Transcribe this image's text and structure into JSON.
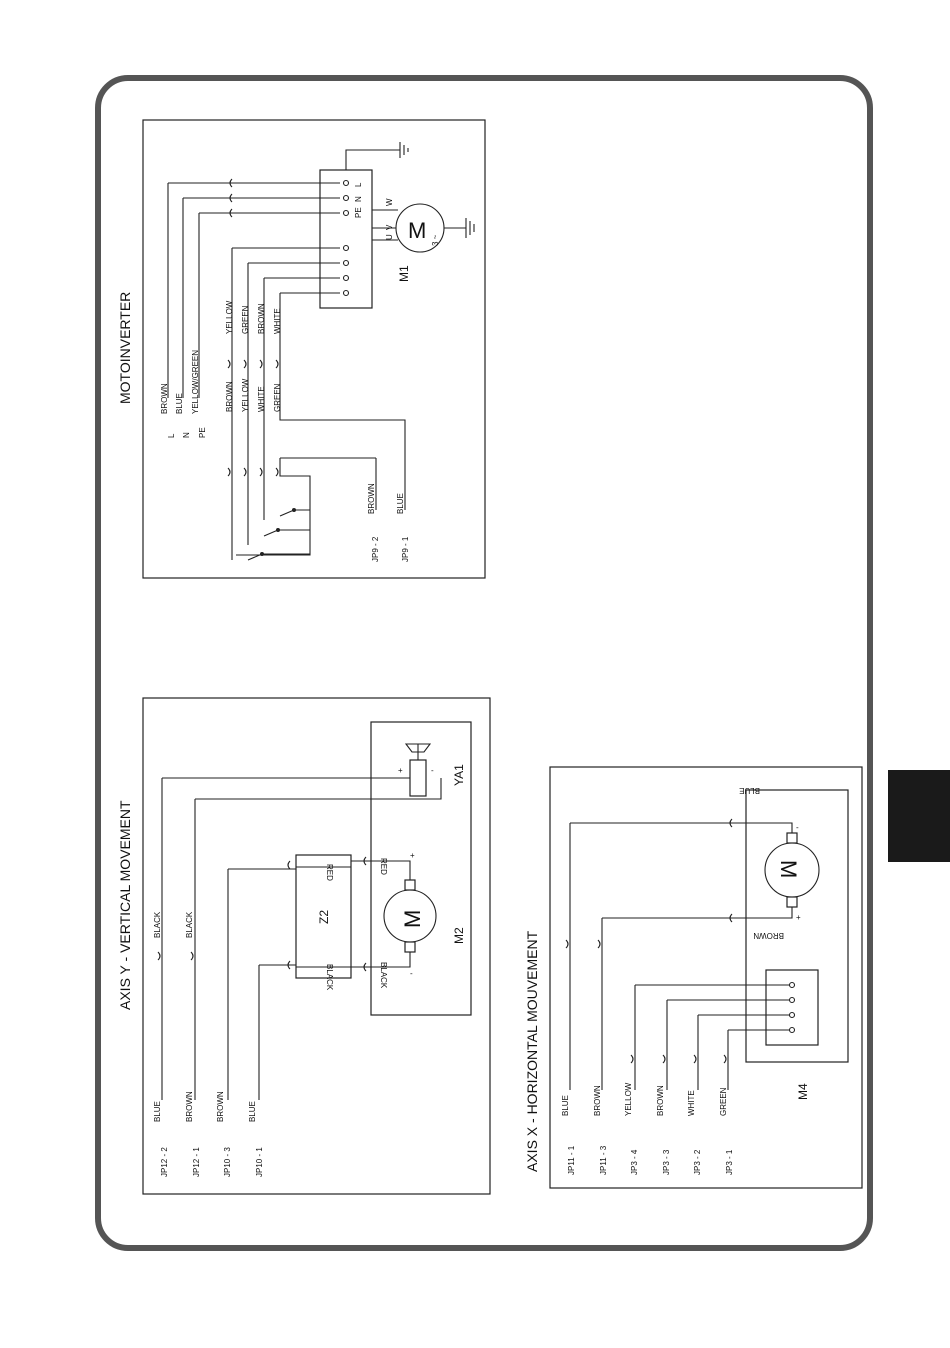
{
  "motoinverter": {
    "title": "MOTOINVERTER",
    "motor": "M1",
    "motor_symbol": "M",
    "motor_phase": "3 ~",
    "terminals": [
      "L",
      "N",
      "PE"
    ],
    "phase_terminals": [
      "U",
      "V",
      "W"
    ],
    "supply_letters": [
      "L",
      "N",
      "PE"
    ],
    "supply_colors": [
      "BROWN",
      "BLUE",
      "YELLOW/GREEN"
    ],
    "ctrl_left": [
      "BROWN",
      "YELLOW",
      "WHITE",
      "GREEN"
    ],
    "ctrl_right": [
      "YELLOW",
      "GREEN",
      "BROWN",
      "WHITE"
    ],
    "connectors": [
      "JP9 - 2",
      "JP9 - 1"
    ],
    "connector_colors": [
      "BROWN",
      "BLUE"
    ]
  },
  "axis_y": {
    "title": "AXIS Y -  VERTICAL MOVEMENT",
    "connectors": [
      "JP12 - 2",
      "JP12 - 1",
      "JP10 - 3",
      "JP10 - 1"
    ],
    "connector_colors": [
      "BLUE",
      "BROWN",
      "BROWN",
      "BLUE"
    ],
    "black_labels": [
      "BLACK",
      "BLACK"
    ],
    "module": "Z2",
    "module_red": "RED",
    "module_black": "BLACK",
    "motor": "M2",
    "motor_symbol": "M",
    "motor_red": "RED",
    "motor_black": "BLACK",
    "plus": "+",
    "minus": "-",
    "brake": "YA1"
  },
  "axis_x": {
    "title": "AXIS X - HORIZONTAL MOUVEMENT",
    "connectors": [
      "JP11 - 1",
      "JP11 - 3",
      "JP3 - 4",
      "JP3 - 3",
      "JP3 - 2",
      "JP3 - 1"
    ],
    "connector_colors": [
      "BLUE",
      "BROWN",
      "YELLOW",
      "BROWN",
      "WHITE",
      "GREEN"
    ],
    "motor_blue": "BLUE",
    "motor_brown": "BROWN",
    "motor_symbol": "M",
    "plus": "+",
    "minus": "-",
    "motor": "M4"
  }
}
